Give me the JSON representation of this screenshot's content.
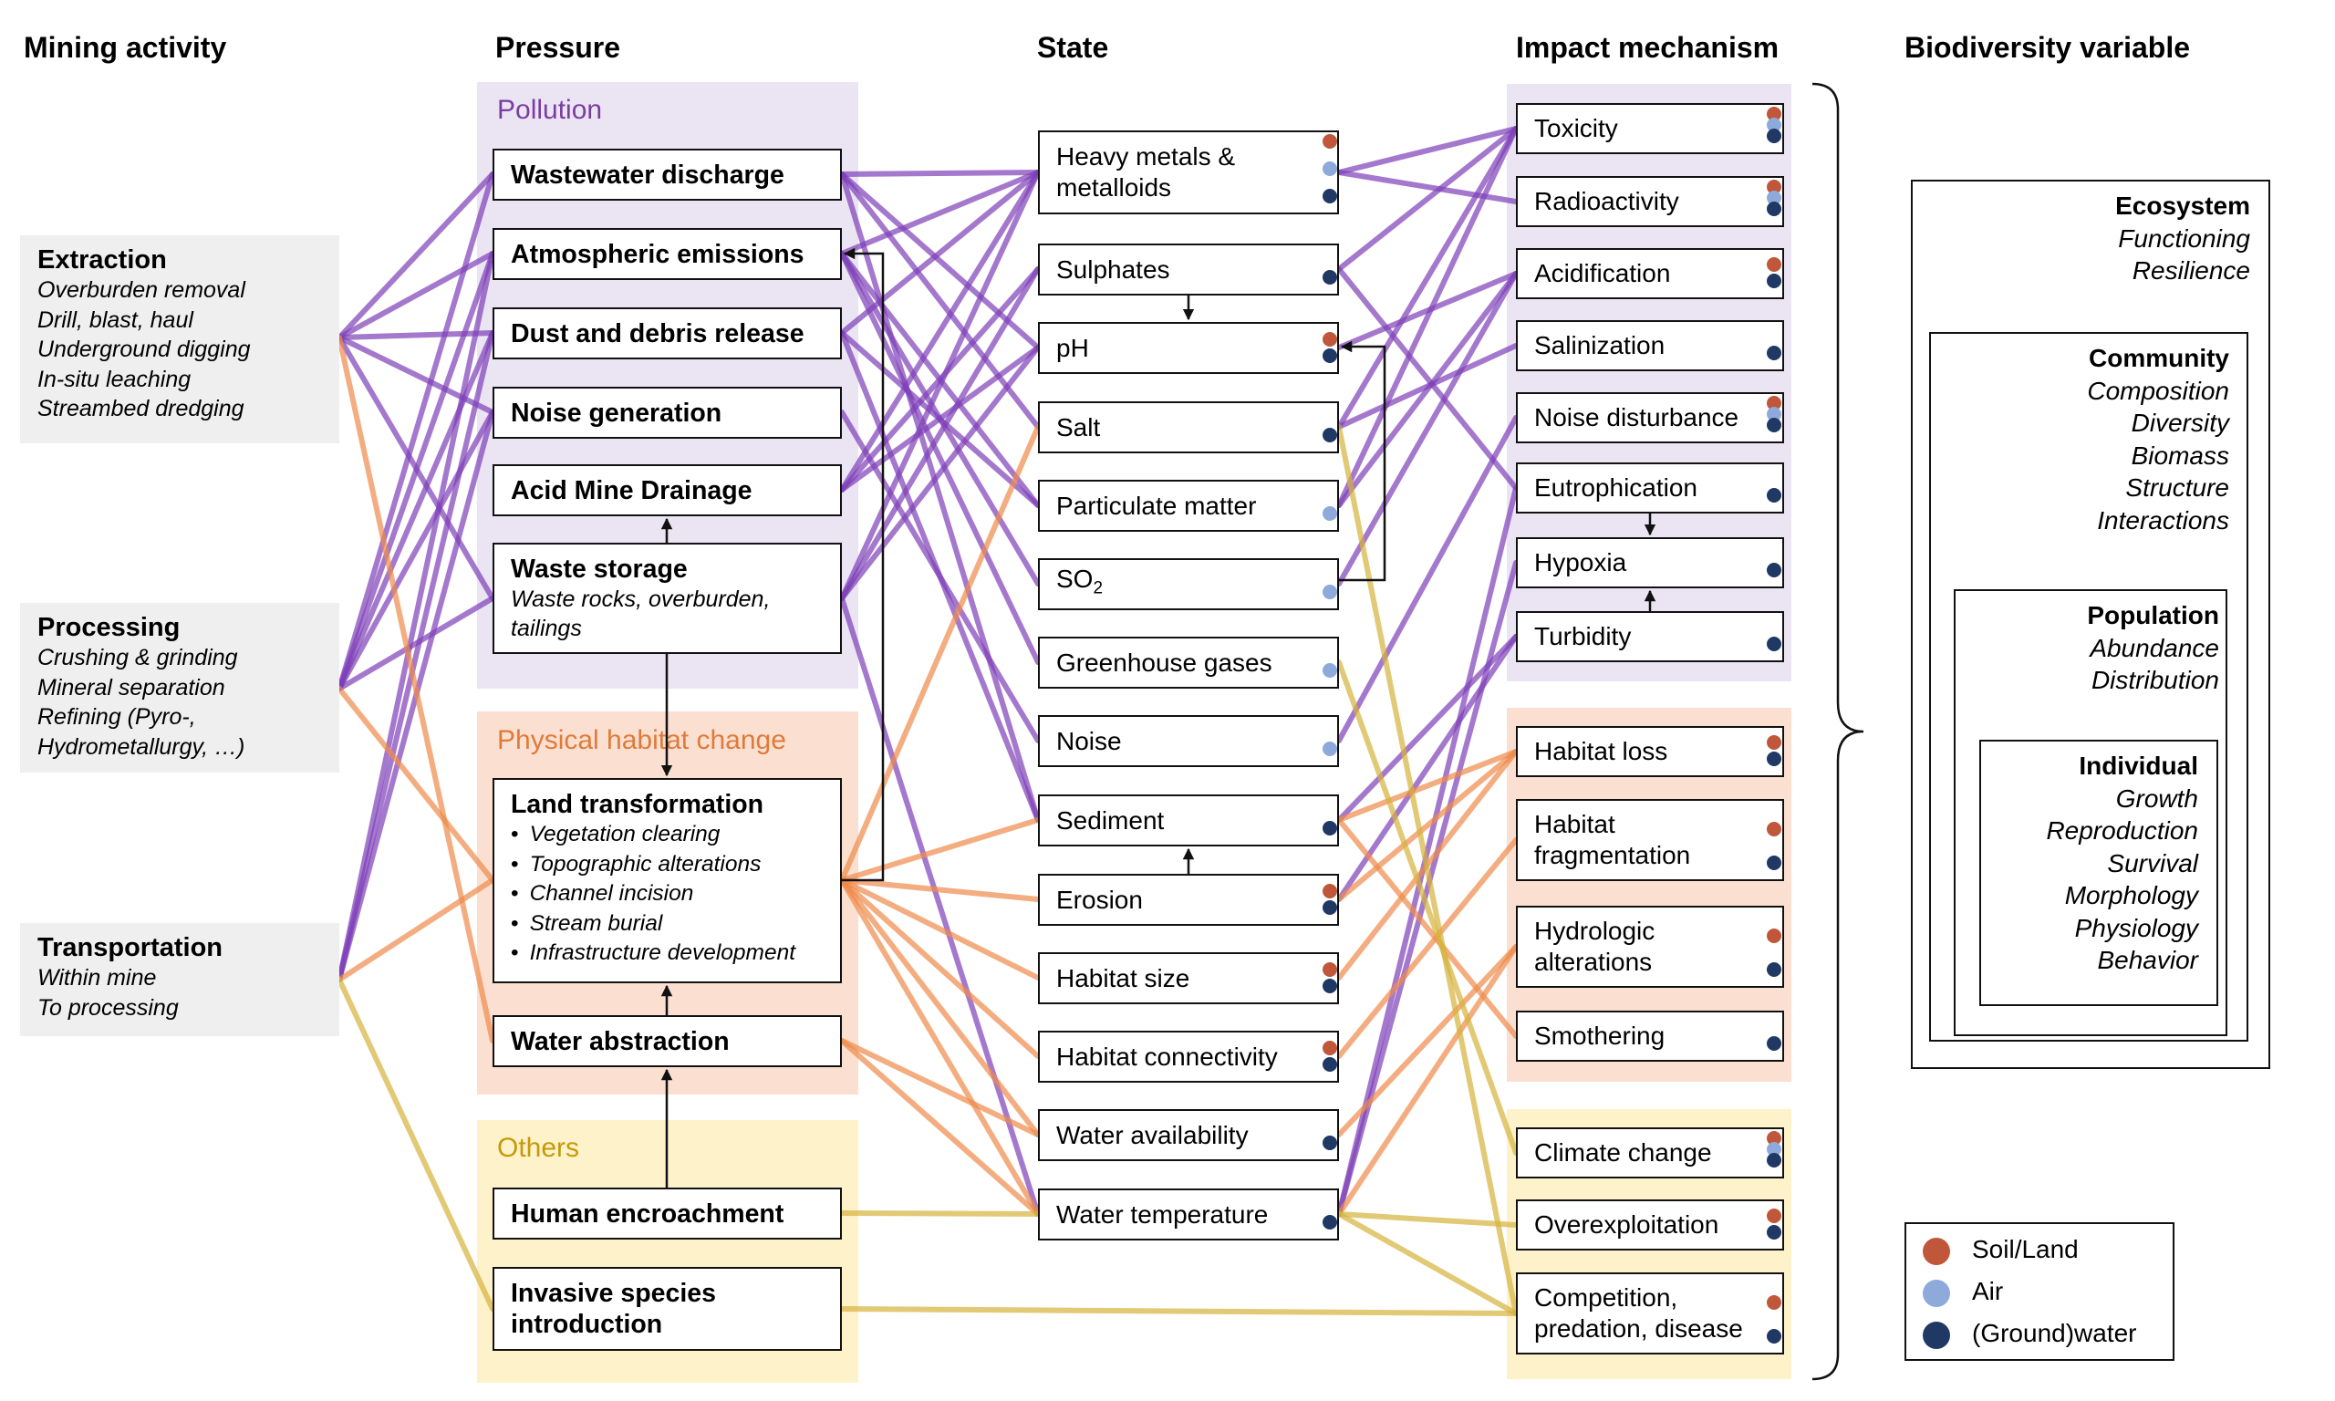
{
  "headers": {
    "mining_activity": "Mining activity",
    "pressure": "Pressure",
    "state": "State",
    "impact_mechanism": "Impact mechanism",
    "biodiversity_variable": "Biodiversity variable"
  },
  "activities": [
    {
      "title": "Extraction",
      "items": [
        "Overburden removal",
        "Drill, blast, haul",
        "Underground digging",
        "In-situ leaching",
        "Streambed dredging"
      ]
    },
    {
      "title": "Processing",
      "items": [
        "Crushing & grinding",
        "Mineral separation",
        "Refining (Pyro-,",
        "Hydrometallurgy, …)"
      ]
    },
    {
      "title": "Transportation",
      "items": [
        "Within mine",
        "To processing"
      ]
    }
  ],
  "pressure_groups": {
    "pollution": "Pollution",
    "physical": "Physical habitat change",
    "others": "Others"
  },
  "pressures": {
    "wastewater": "Wastewater discharge",
    "atmospheric": "Atmospheric emissions",
    "dust": "Dust and debris release",
    "noise_gen": "Noise generation",
    "amd": "Acid Mine Drainage",
    "waste_storage": "Waste storage",
    "waste_storage_sub": "Waste rocks, overburden, tailings",
    "land_transformation": "Land transformation",
    "land_items": [
      "Vegetation clearing",
      "Topographic alterations",
      "Channel incision",
      "Stream burial",
      "Infrastructure development"
    ],
    "water_abstraction": "Water abstraction",
    "human": "Human encroachment",
    "invasive": "Invasive species introduction"
  },
  "states": {
    "heavy_metals": "Heavy metals & metalloids",
    "sulphates": "Sulphates",
    "ph": "pH",
    "salt": "Salt",
    "particulate": "Particulate matter",
    "so2_base": "SO",
    "so2_sub": "2",
    "ghg": "Greenhouse gases",
    "noise": "Noise",
    "sediment": "Sediment",
    "erosion": "Erosion",
    "habitat_size": "Habitat size",
    "habitat_conn": "Habitat connectivity",
    "water_avail": "Water availability",
    "water_temp": "Water temperature"
  },
  "impacts": {
    "toxicity": "Toxicity",
    "radioactivity": "Radioactivity",
    "acidification": "Acidification",
    "salinization": "Salinization",
    "noise_dist": "Noise disturbance",
    "eutrophication": "Eutrophication",
    "hypoxia": "Hypoxia",
    "turbidity": "Turbidity",
    "habitat_loss": "Habitat loss",
    "habitat_frag": "Habitat fragmentation",
    "hydrologic": "Hydrologic alterations",
    "smothering": "Smothering",
    "climate": "Climate change",
    "overexploitation": "Overexploitation",
    "competition": "Competition, predation, disease"
  },
  "biodiversity": [
    {
      "level": "Ecosystem",
      "items": [
        "Functioning",
        "Resilience"
      ]
    },
    {
      "level": "Community",
      "items": [
        "Composition",
        "Diversity",
        "Biomass",
        "Structure",
        "Interactions"
      ]
    },
    {
      "level": "Population",
      "items": [
        "Abundance",
        "Distribution"
      ]
    },
    {
      "level": "Individual",
      "items": [
        "Growth",
        "Reproduction",
        "Survival",
        "Morphology",
        "Physiology",
        "Behavior"
      ]
    }
  ],
  "legend": [
    {
      "label": "Soil/Land",
      "color": "#c0573a"
    },
    {
      "label": "Air",
      "color": "#8eaadb"
    },
    {
      "label": "(Ground)water",
      "color": "#1f3864"
    }
  ],
  "colors": {
    "pollution_line": "#7e3fb8",
    "physical_line": "#ee8a4a",
    "others_line": "#d6b23b",
    "pollution_bg": "#ebe4f3",
    "physical_bg": "#fbe0d1",
    "others_bg": "#fef2cb",
    "pollution_text": "#7a3ea0",
    "physical_text": "#e07a3a",
    "others_text": "#c49a06"
  }
}
